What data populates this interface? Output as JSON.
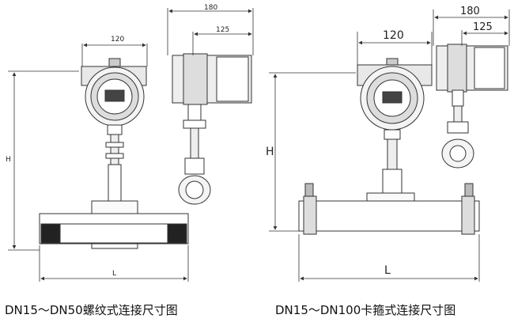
{
  "left_drawing": {
    "dims": {
      "top_width": "180",
      "sensor_width": "125",
      "head_width": "120",
      "height": "H",
      "length": "L"
    },
    "caption": "DN15～DN50螺纹式连接尺寸图"
  },
  "right_drawing": {
    "dims": {
      "top_width": "180",
      "sensor_width": "125",
      "head_width": "120",
      "height": "H",
      "length": "L"
    },
    "caption": "DN15～DN100卡箍式连接尺寸图"
  }
}
